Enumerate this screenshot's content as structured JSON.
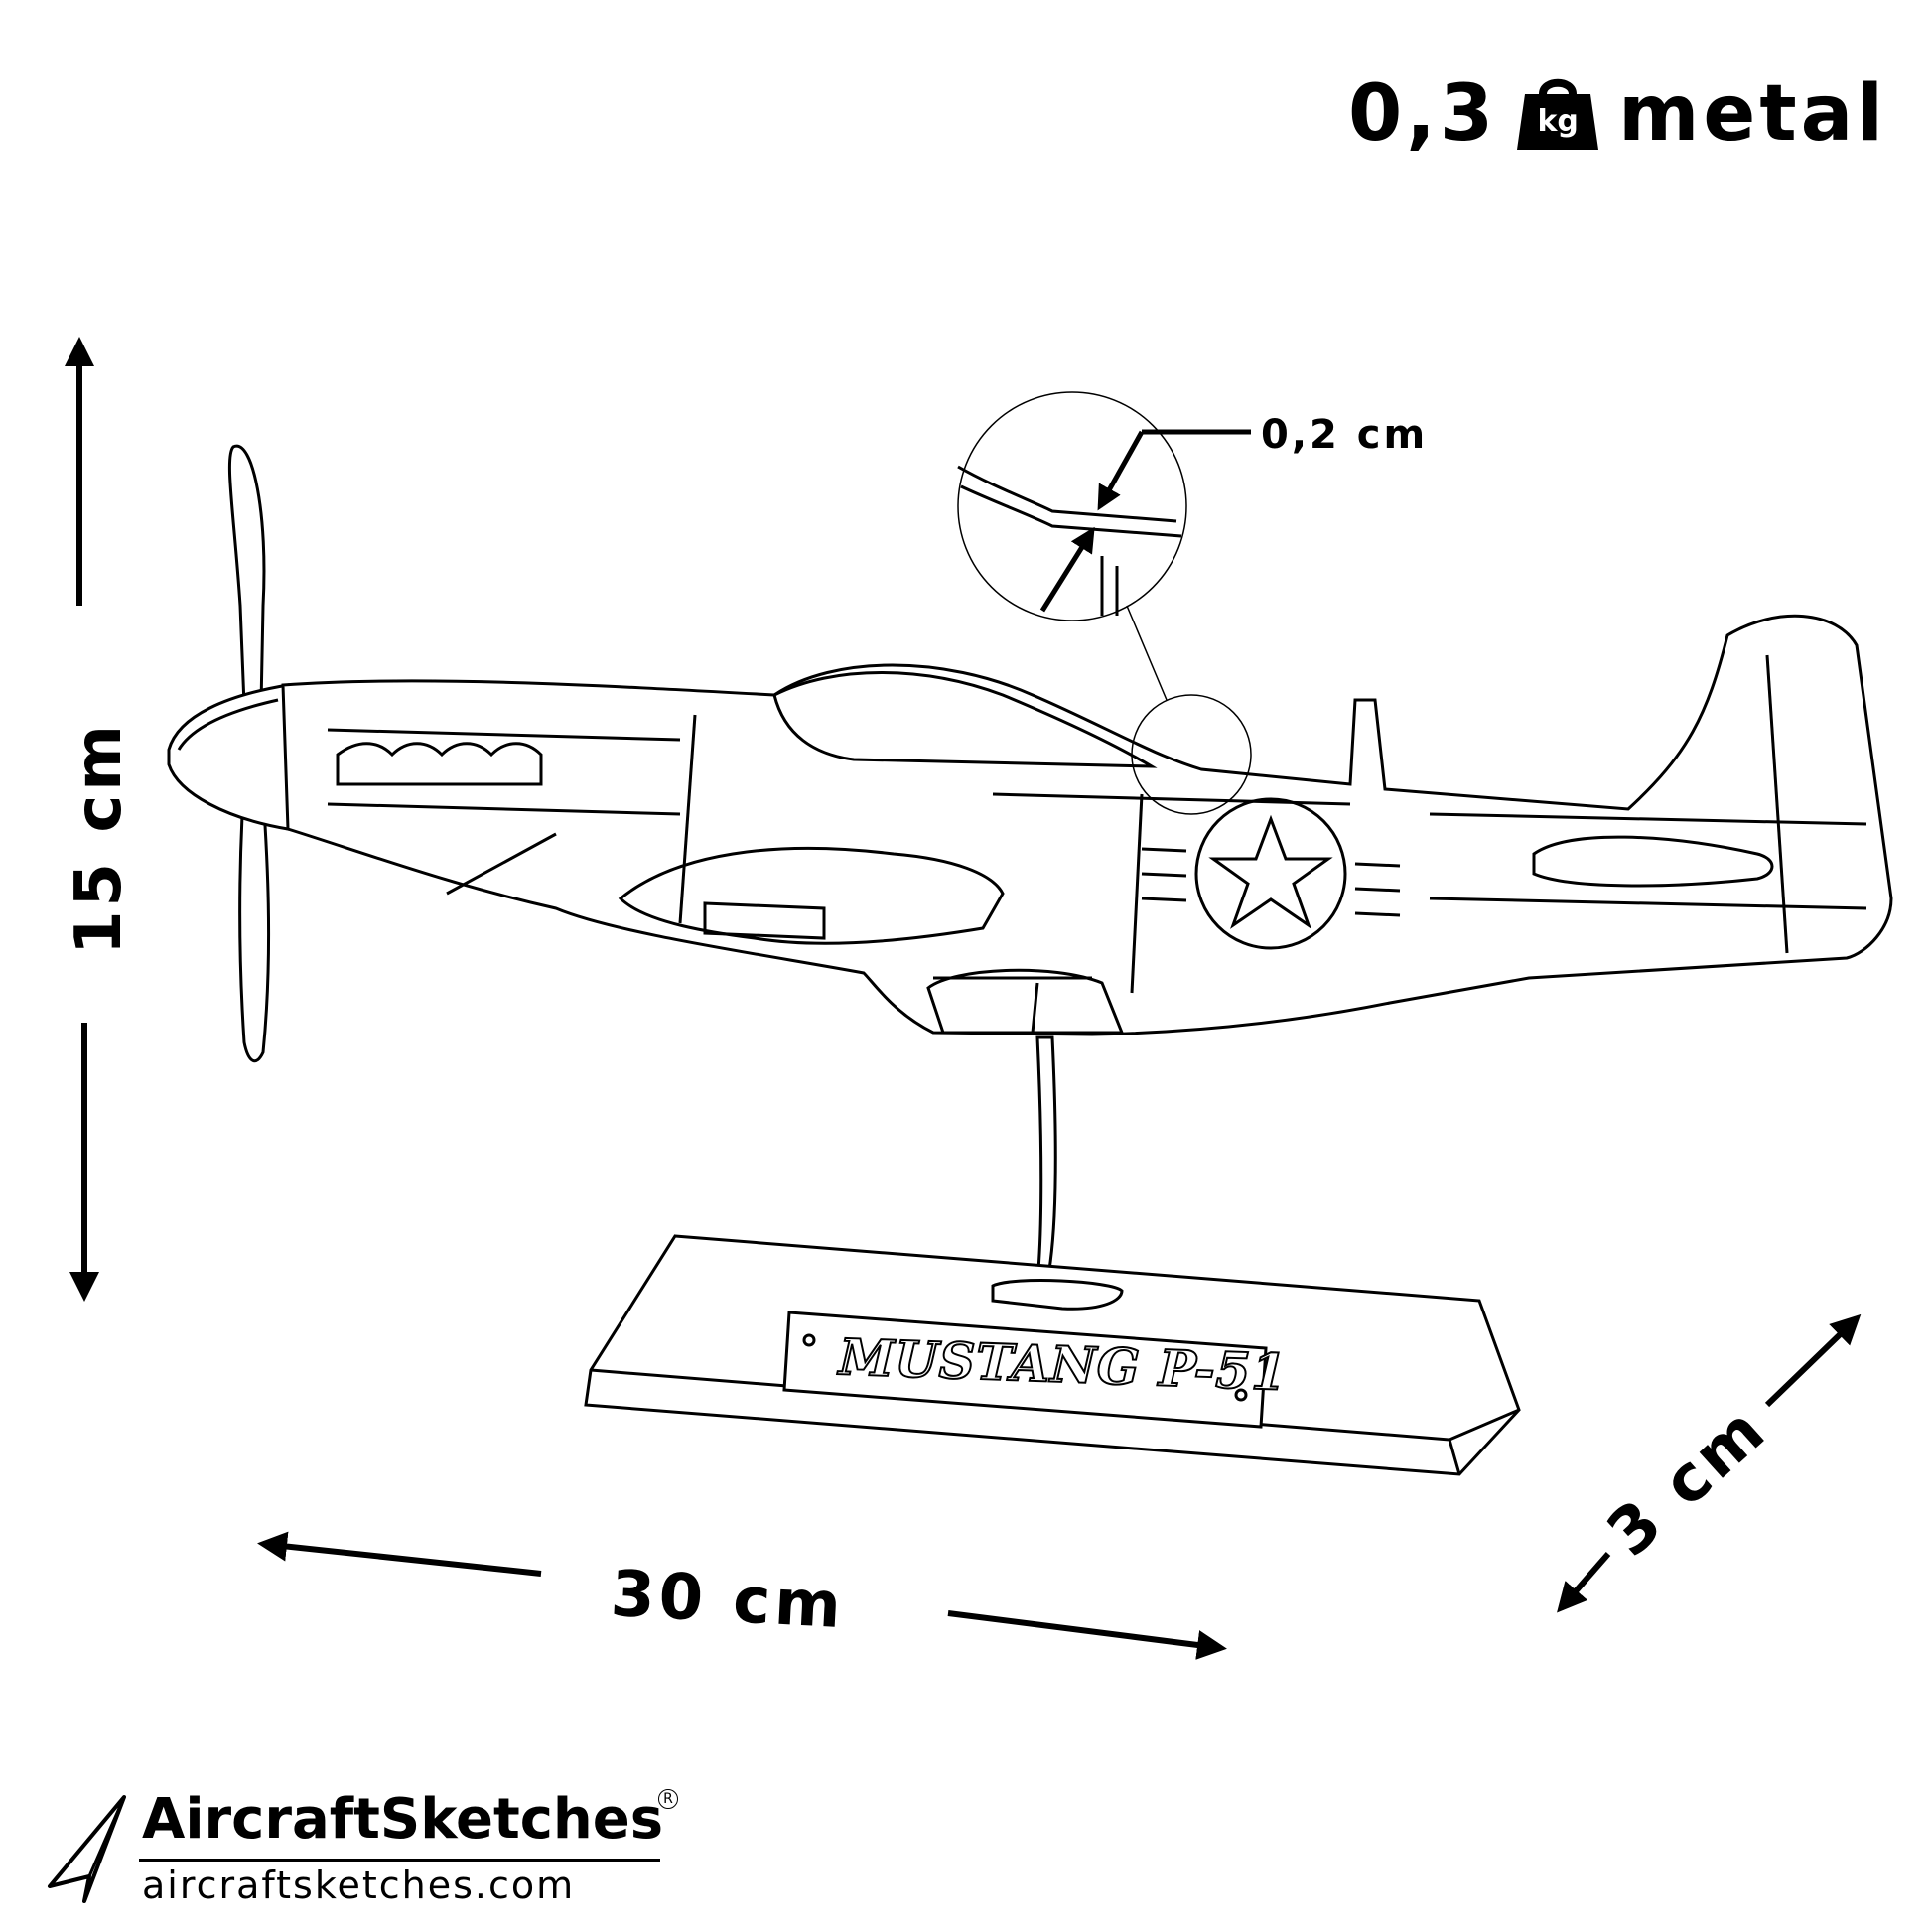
{
  "weight": {
    "value": "0,3",
    "unit_icon_label": "kg",
    "unit_icon": "weight-bag-icon",
    "material": "metal"
  },
  "dimensions": {
    "height": "15 cm",
    "width": "30 cm",
    "depth": "3 cm",
    "thickness": "0,2 cm"
  },
  "model": {
    "plate_text": "MUSTANG P-51"
  },
  "brand": {
    "name": "AircraftSketches",
    "registered_mark": "R",
    "url": "aircraftsketches.com",
    "logo_icon": "paper-plane-icon"
  },
  "colors": {
    "ink": "#000000",
    "background": "#ffffff"
  }
}
